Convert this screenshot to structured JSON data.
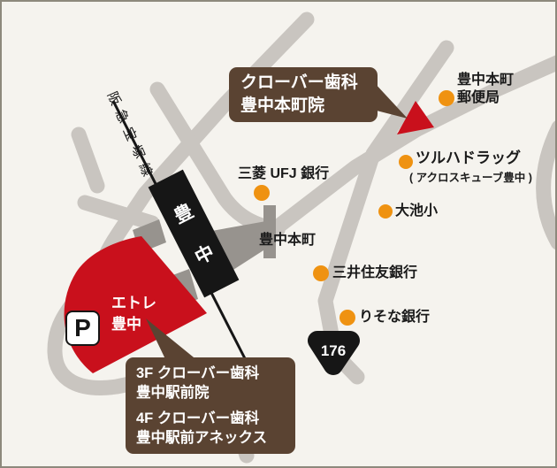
{
  "colors": {
    "background": "#f5f3ee",
    "border": "#8d897c",
    "road": "#c9c5c0",
    "station_deck": "#97938e",
    "rail_and_station": "#161616",
    "landmark_red": "#c9101c",
    "callout_brown": "#5a4332",
    "poi_orange": "#ef9211",
    "label_text": "#1a1a1a"
  },
  "railway": {
    "line_name": "阪急宝塚線"
  },
  "station": {
    "char1": "豊",
    "char2": "中"
  },
  "parking": {
    "label": "P"
  },
  "route_badge": {
    "number": "176"
  },
  "etre_building": {
    "line1": "エトレ",
    "line2": "豊中"
  },
  "callout_honmachi": {
    "line1": "クローバー歯科",
    "line2": "豊中本町院"
  },
  "callout_ekimae": {
    "line1": "3F クローバー歯科",
    "line2": "豊中駅前院",
    "line3": "4F クローバー歯科",
    "line4": "豊中駅前アネックス"
  },
  "pois": {
    "mitsubishi_ufj": "三菱 UFJ 銀行",
    "toyonaka_honmachi": "豊中本町",
    "mitsui_sumitomo": "三井住友銀行",
    "resona": "りそな銀行",
    "oike_elementary": "大池小",
    "tsuruha": "ツルハドラッグ",
    "tsuruha_sub": "( アクロスキューブ豊中 )",
    "post_office_line1": "豊中本町",
    "post_office_line2": "郵便局"
  }
}
